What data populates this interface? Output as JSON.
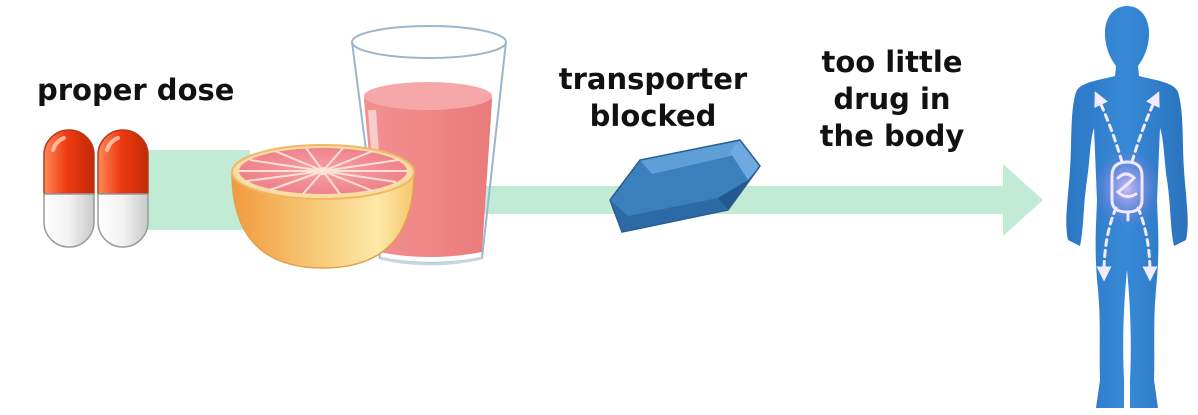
{
  "labels": {
    "proper_dose": "proper dose",
    "transporter": [
      "transporter",
      "blocked"
    ],
    "outcome": [
      "too little",
      "drug in",
      "the body"
    ]
  },
  "icons": {
    "pills": "capsule-pair-icon",
    "fruit": "grapefruit-half-icon",
    "juice": "juice-glass-icon",
    "transporter": "transporter-crystal-icon",
    "body": "human-body-icon",
    "gut": "intestine-icon"
  },
  "colors": {
    "flow_arrow": "#c2ebd6",
    "capsule_top": "#ee3a12",
    "capsule_bottom": "#eeeeee",
    "grapefruit_flesh": "#f08890",
    "grapefruit_rind": "#f5b860",
    "juice": "#f08a8a",
    "transporter": "#3b7fbd",
    "body": "#2f7fcc",
    "path_arrows": "#e6d8ff"
  }
}
